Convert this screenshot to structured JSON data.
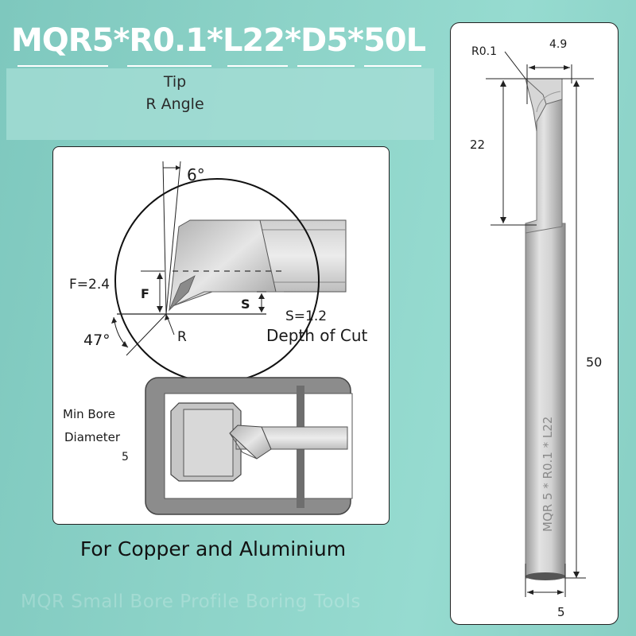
{
  "title": "MQR5*R0.1*L22*D5*50L",
  "tip_section": {
    "line1": "Tip",
    "line2": "R Angle"
  },
  "detail_diagram": {
    "angle_top": "6°",
    "angle_bottom": "47°",
    "f_label": "F",
    "f_value": "F=2.4",
    "s_label": "S",
    "s_value": "S=1.2",
    "depth_label": "Depth of Cut",
    "r_label": "R"
  },
  "bore_diagram": {
    "line1": "Min Bore",
    "line2": "Diameter",
    "value": "5"
  },
  "material_text": "For Copper and Aluminium",
  "watermark_text": "MQR Small Bore Profile Boring Tools",
  "tool_drawing": {
    "radius_label": "R0.1",
    "head_width": "4.9",
    "effective_length": "22",
    "total_length": "50",
    "diameter": "5",
    "engraving": "MQR 5 * R0.1 * L22"
  }
}
